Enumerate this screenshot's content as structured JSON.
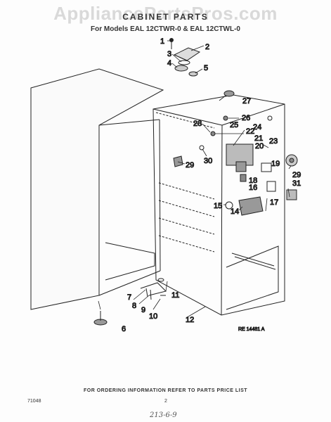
{
  "header": {
    "watermark": "AppliancePartsPros.com",
    "title": "CABINET PARTS",
    "models": "For Models EAL 12CTWR-0 & EAL 12CTWL-0"
  },
  "callouts": [
    {
      "id": "1",
      "text": "1"
    },
    {
      "id": "2",
      "text": "2"
    },
    {
      "id": "3",
      "text": "3"
    },
    {
      "id": "4",
      "text": "4"
    },
    {
      "id": "5",
      "text": "5"
    },
    {
      "id": "6",
      "text": "6"
    },
    {
      "id": "7",
      "text": "7"
    },
    {
      "id": "8",
      "text": "8"
    },
    {
      "id": "9",
      "text": "9"
    },
    {
      "id": "10",
      "text": "10"
    },
    {
      "id": "11",
      "text": "11"
    },
    {
      "id": "12",
      "text": "12"
    },
    {
      "id": "14",
      "text": "14"
    },
    {
      "id": "15",
      "text": "15"
    },
    {
      "id": "16",
      "text": "16"
    },
    {
      "id": "17",
      "text": "17"
    },
    {
      "id": "18",
      "text": "18"
    },
    {
      "id": "19",
      "text": "19"
    },
    {
      "id": "20",
      "text": "20"
    },
    {
      "id": "21",
      "text": "21"
    },
    {
      "id": "22",
      "text": "22"
    },
    {
      "id": "23",
      "text": "23"
    },
    {
      "id": "24",
      "text": "24"
    },
    {
      "id": "25",
      "text": "25"
    },
    {
      "id": "26",
      "text": "26"
    },
    {
      "id": "27",
      "text": "27"
    },
    {
      "id": "28",
      "text": "28"
    },
    {
      "id": "29a",
      "text": "29"
    },
    {
      "id": "29b",
      "text": "29"
    },
    {
      "id": "30",
      "text": "30"
    },
    {
      "id": "31",
      "text": "31"
    }
  ],
  "drawing_ref": "RE 14481 A",
  "footer": {
    "note": "FOR ORDERING INFORMATION REFER TO PARTS PRICE LIST",
    "code": "71048",
    "page": "2",
    "handwritten": "213-6-9"
  }
}
